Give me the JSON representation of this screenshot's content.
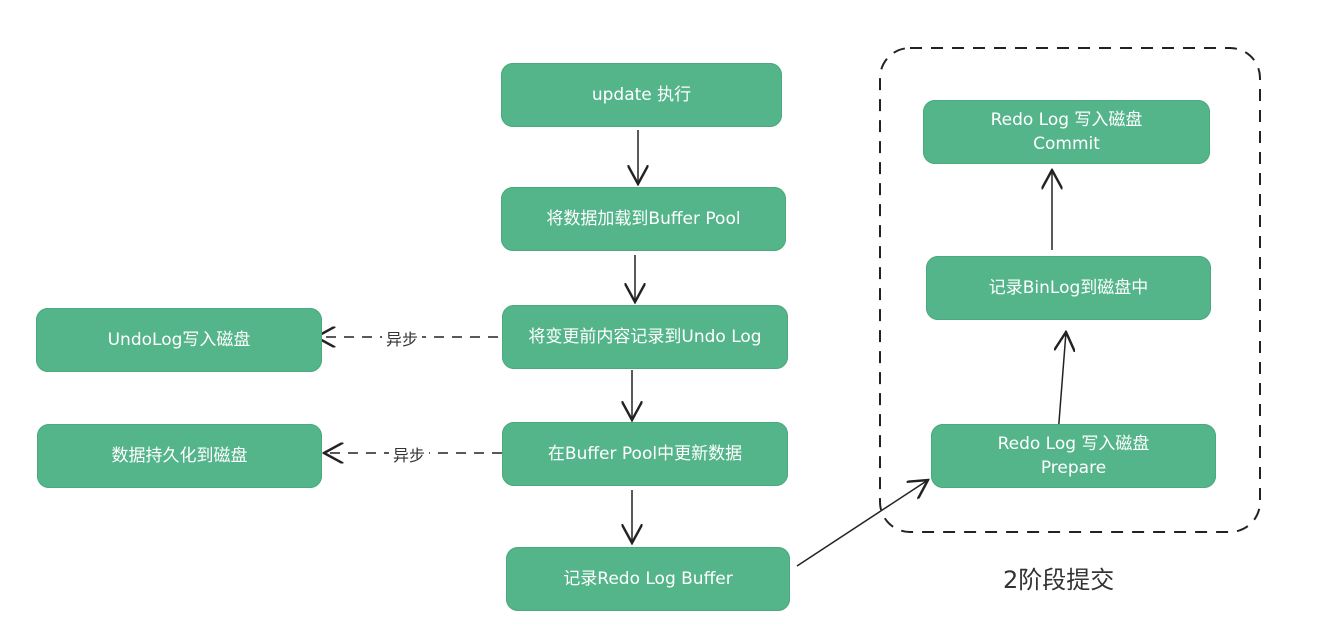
{
  "colors": {
    "box_fill": "#55b58a",
    "box_text": "#ffffff",
    "line": "#222222"
  },
  "nodes": {
    "update": "update 执行",
    "load_buffer": "将数据加载到Buffer Pool",
    "undo_record": "将变更前内容记录到Undo Log",
    "update_buffer": "在Buffer Pool中更新数据",
    "redo_buffer": "记录Redo Log Buffer",
    "undo_disk": "UndoLog写入磁盘",
    "persist_disk": "数据持久化到磁盘",
    "redo_prepare": {
      "line1": "Redo Log 写入磁盘",
      "line2": "Prepare"
    },
    "binlog": "记录BinLog到磁盘中",
    "redo_commit": {
      "line1": "Redo Log 写入磁盘",
      "line2": "Commit"
    }
  },
  "edge_labels": {
    "async_undo": "异步",
    "async_persist": "异步"
  },
  "group": {
    "caption": "2阶段提交"
  }
}
